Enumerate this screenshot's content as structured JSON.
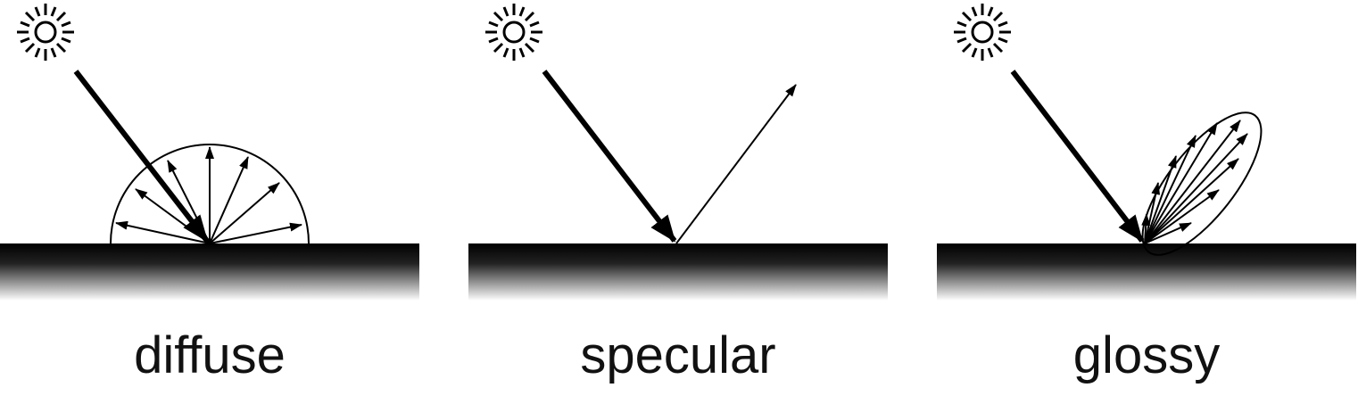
{
  "panels": [
    {
      "id": "diffuse",
      "label": "diffuse"
    },
    {
      "id": "specular",
      "label": "specular"
    },
    {
      "id": "glossy",
      "label": "glossy"
    }
  ],
  "colors": {
    "ink": "#000000",
    "surface_top": "#000000",
    "surface_bottom": "#ffffff",
    "background": "#ffffff"
  },
  "icons": [
    "sun-icon"
  ]
}
